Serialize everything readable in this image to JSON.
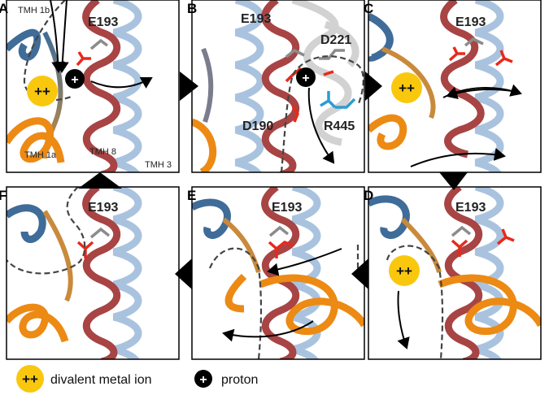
{
  "panels": [
    {
      "label": "A",
      "residues": [
        "E193"
      ],
      "tmh": [
        "TMH 1b",
        "TMH 1a",
        "TMH 8",
        "TMH 3"
      ]
    },
    {
      "label": "B",
      "residues": [
        "E193",
        "D221",
        "D190",
        "R445"
      ]
    },
    {
      "label": "C",
      "residues": [
        "E193"
      ]
    },
    {
      "label": "D",
      "residues": [
        "E193"
      ]
    },
    {
      "label": "E",
      "residues": [
        "E193"
      ]
    },
    {
      "label": "F",
      "residues": [
        "E193"
      ]
    }
  ],
  "ion_symbol": "++",
  "proton_symbol": "+",
  "legend": {
    "metal": "divalent metal ion",
    "proton": "proton"
  },
  "colors": {
    "tmh8": "#a84444",
    "tmh3": "#a9c3df",
    "tmh1a": "#ec8a14",
    "tmh1b": "#3f6c98",
    "metal": "#f9c80e",
    "glu": "#e8291b",
    "sidechain": "#8c8c8c",
    "arg": "#2d9bd4",
    "ghost": "#d2d2d2"
  }
}
